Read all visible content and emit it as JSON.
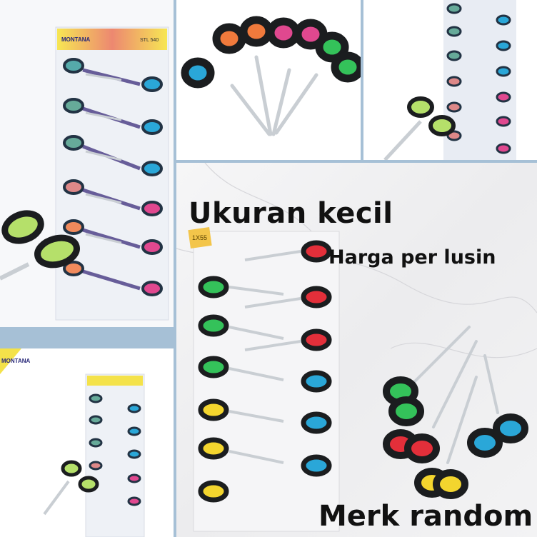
{
  "collage": {
    "background": "#a6c0d6",
    "panel_background": "#ffffff"
  },
  "captions": {
    "size_label": "Ukuran kecil",
    "price_label": "Harga per lusin",
    "brand_label": "Merk random"
  },
  "packaging": {
    "brand_text": "MONTANA",
    "model_text": "STL 540",
    "brand_text_small": "MONTANA",
    "alt_pack_text": "1X55"
  },
  "colors": {
    "handle_black": "#1b1d1f",
    "blue": "#2aa7d8",
    "orange": "#f07a3c",
    "pink": "#e0488f",
    "green": "#34c25a",
    "red": "#e32f3a",
    "yellow": "#f3d52e",
    "lime": "#b5e06a",
    "purple": "#3b2c7a",
    "blade_steel": "#c9ced3"
  }
}
